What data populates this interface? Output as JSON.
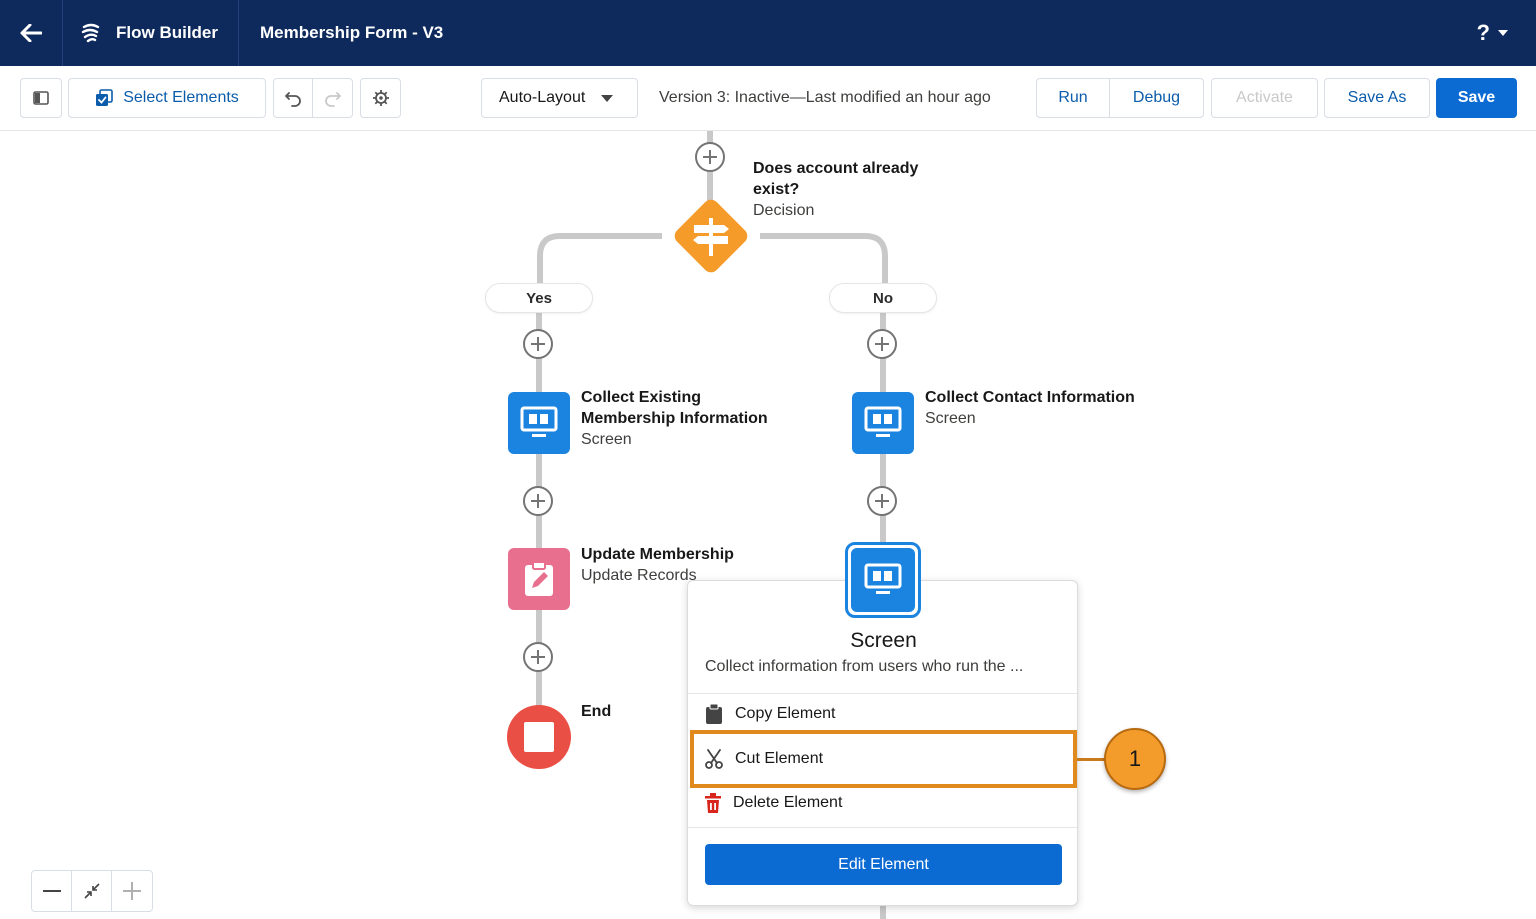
{
  "header": {
    "app_name": "Flow Builder",
    "flow_title": "Membership Form - V3",
    "help": "?"
  },
  "toolbar": {
    "select_elements": "Select Elements",
    "layout_mode": "Auto-Layout",
    "version_status": "Version 3: Inactive—Last modified an hour ago",
    "run": "Run",
    "debug": "Debug",
    "activate": "Activate",
    "save_as": "Save As",
    "save": "Save"
  },
  "flow": {
    "decision": {
      "title_line1": "Does account already",
      "title_line2": "exist?",
      "type": "Decision"
    },
    "branches": {
      "yes": "Yes",
      "no": "No"
    },
    "collect_existing": {
      "title_line1": "Collect Existing",
      "title_line2": "Membership Information",
      "type": "Screen"
    },
    "collect_contact": {
      "title": "Collect Contact Information",
      "type": "Screen"
    },
    "update_membership": {
      "title": "Update Membership",
      "type": "Update Records"
    },
    "end": {
      "title": "End"
    }
  },
  "popover": {
    "title": "Screen",
    "description": "Collect information from users who run the ...",
    "copy": "Copy Element",
    "cut": "Cut Element",
    "delete": "Delete Element",
    "edit": "Edit Element"
  },
  "callout": {
    "number": "1"
  },
  "colors": {
    "header_bg": "#0e2a5c",
    "primary": "#0b6bd3",
    "decision": "#f59b2a",
    "screen": "#1b84e0",
    "update": "#e8708e",
    "end": "#ea4f45",
    "highlight": "#e08a1e"
  }
}
